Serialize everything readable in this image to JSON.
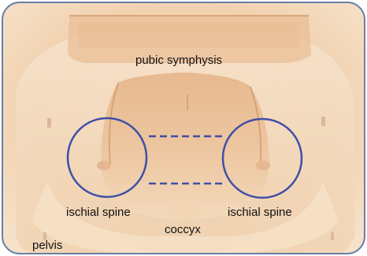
{
  "labels": {
    "pubic_symphysis": "pubic symphysis",
    "ischial_spine_left": "ischial spine",
    "ischial_spine_right": "ischial spine",
    "coccyx": "coccyx",
    "pelvis": "pelvis"
  },
  "colors": {
    "annotation_circle": "#3f4fa8",
    "annotation_dash": "#3f4fa8",
    "border": "#6a7fa8",
    "pelvis_light": "#f5dcc0",
    "pelvis_mid": "#eec39a",
    "pelvis_dark": "#d9a77a"
  }
}
